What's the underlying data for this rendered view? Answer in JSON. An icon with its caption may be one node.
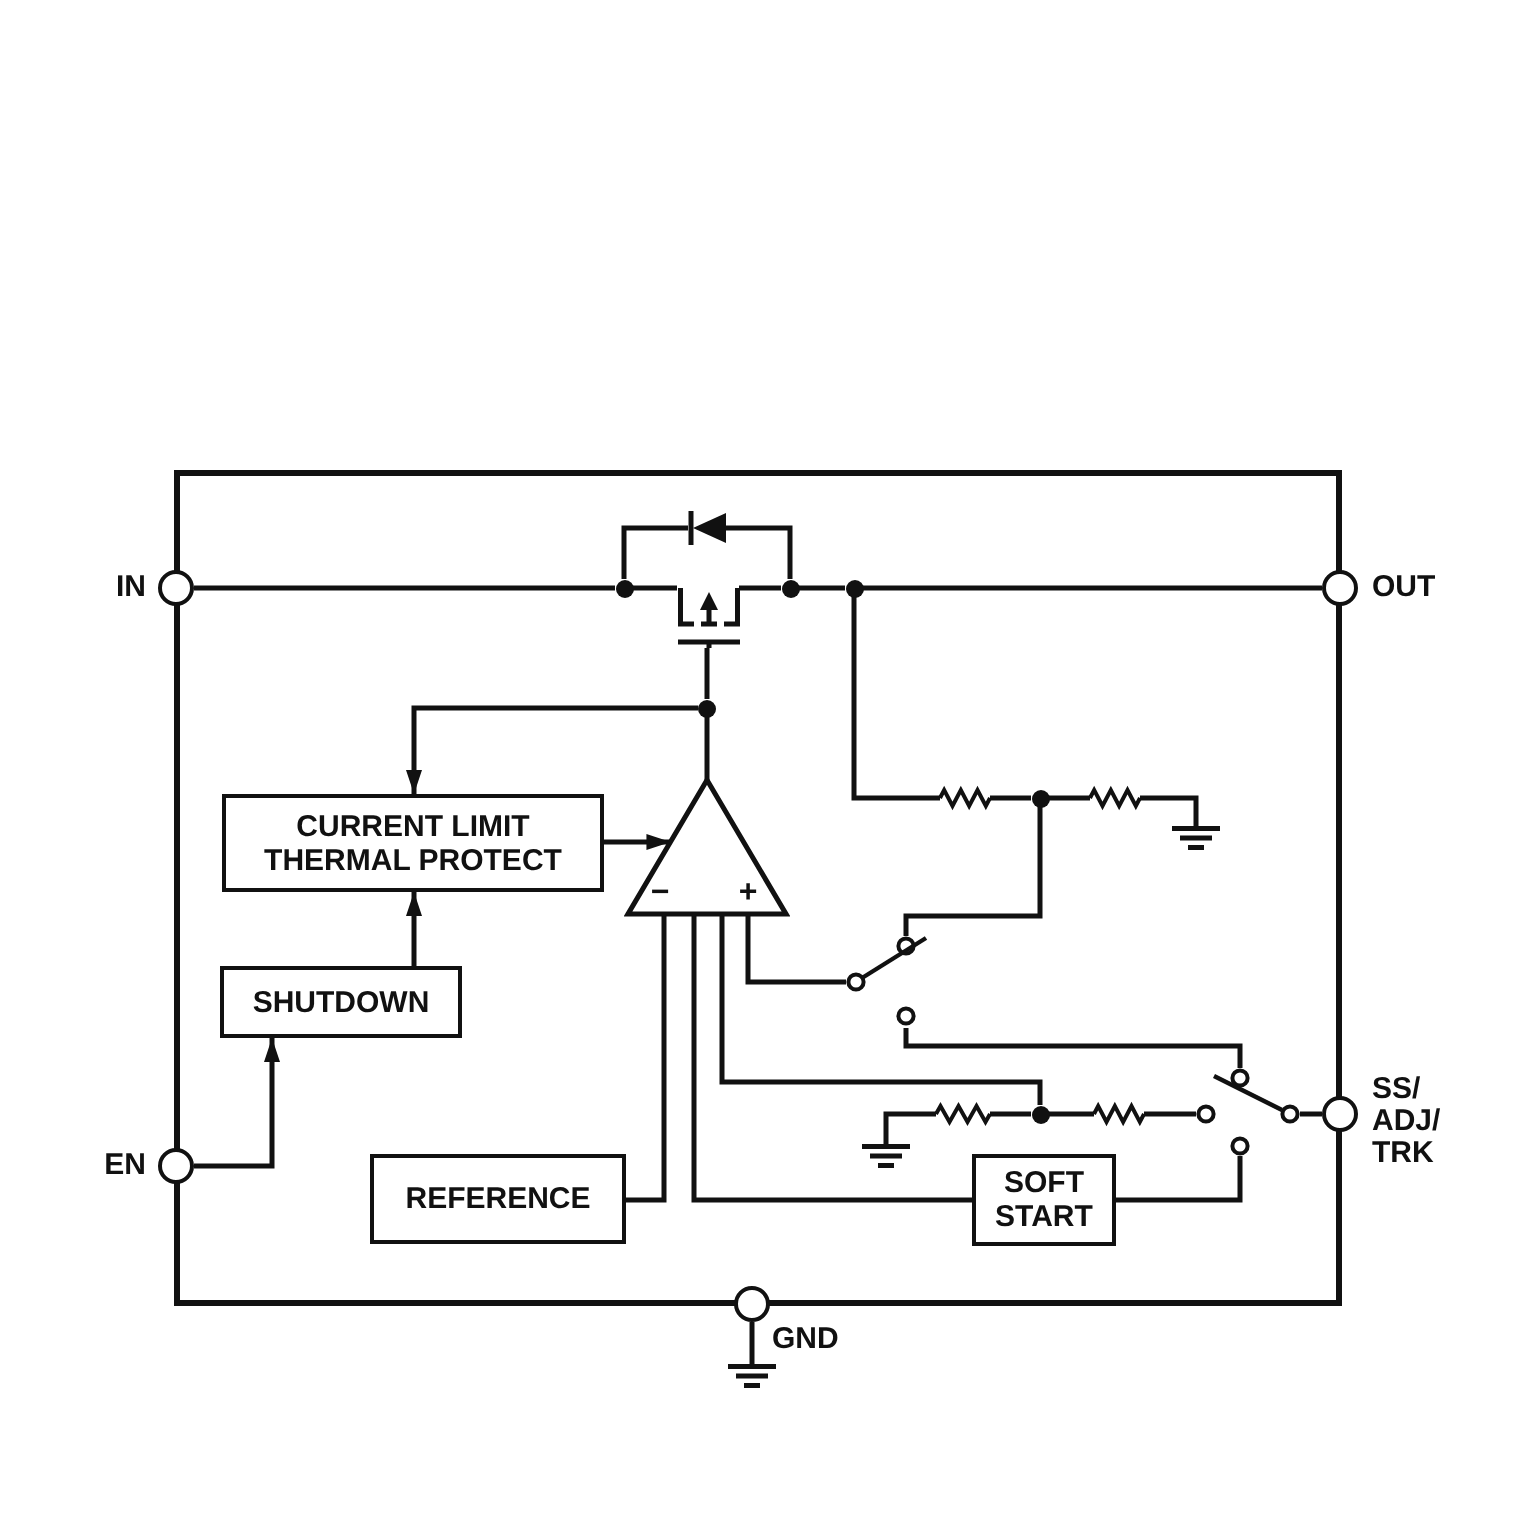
{
  "diagram": {
    "nodes": [
      {
        "text": [],
        "shape": "box"
      },
      {
        "text": [],
        "shape": "diode",
        "in": 0
      },
      {
        "text": [],
        "shape": "circle",
        "beside": [
          "IN"
        ]
      },
      {
        "text": [],
        "shape": "dot",
        "in": 0
      },
      {
        "text": [],
        "shape": "transistor",
        "in": 0
      },
      {
        "text": [],
        "shape": "dot",
        "in": 0
      },
      {
        "text": [],
        "shape": "dot",
        "in": 0
      },
      {
        "text": [],
        "shape": "circle",
        "beside": [
          "OUT"
        ]
      },
      {
        "text": [],
        "shape": "dot",
        "in": 0
      },
      {
        "text": [
          "CURRENT LIMIT THERMAL PROTECT"
        ],
        "in": 0
      },
      {
        "text": [
          "−",
          "+"
        ],
        "in": 0
      },
      {
        "text": [],
        "shape": "resistor",
        "in": 0
      },
      {
        "text": [],
        "shape": "dot",
        "in": 0
      },
      {
        "text": [],
        "shape": "resistor",
        "in": 0
      },
      {
        "text": [],
        "shape": "ground",
        "in": 0
      },
      {
        "text": [],
        "shape": "switch",
        "in": 0
      },
      {
        "text": [
          "SHUTDOWN"
        ],
        "in": 0
      },
      {
        "text": [],
        "shape": "ground",
        "in": 0
      },
      {
        "text": [],
        "shape": "resistor",
        "in": 0
      },
      {
        "text": [],
        "shape": "dot",
        "in": 0
      },
      {
        "text": [],
        "shape": "resistor",
        "in": 0
      },
      {
        "text": [],
        "shape": "switch",
        "in": 0
      },
      {
        "text": [],
        "shape": "circle",
        "beside": [
          "SS/ ADJ/ TRK"
        ]
      },
      {
        "text": [],
        "shape": "circle",
        "beside": [
          "EN"
        ]
      },
      {
        "text": [
          "REFERENCE"
        ],
        "in": 0
      },
      {
        "text": [
          "SOFT START"
        ],
        "in": 0
      },
      {
        "text": [],
        "shape": "circle",
        "beside": [
          "GND"
        ]
      },
      {
        "text": [],
        "shape": "ground"
      }
    ],
    "edges": [
      {
        "from": 2,
        "to": 3,
        "arrow": "none"
      },
      {
        "from": 3,
        "to": 4,
        "arrow": "none"
      },
      {
        "from": 3,
        "to": 1,
        "arrow": "none"
      },
      {
        "from": 1,
        "to": 5,
        "arrow": "none"
      },
      {
        "from": 4,
        "to": 5,
        "arrow": "none"
      },
      {
        "from": 5,
        "to": 6,
        "arrow": "none"
      },
      {
        "from": 6,
        "to": 7,
        "arrow": "none"
      },
      {
        "from": 4,
        "to": 8,
        "arrow": "none"
      },
      {
        "from": 10,
        "to": 8,
        "arrow": "none"
      },
      {
        "from": 8,
        "to": 9,
        "arrow": "to"
      },
      {
        "from": 9,
        "to": 10,
        "arrow": "to"
      },
      {
        "from": 6,
        "to": 11,
        "arrow": "none"
      },
      {
        "from": 11,
        "to": 12,
        "arrow": "none"
      },
      {
        "from": 12,
        "to": 13,
        "arrow": "none"
      },
      {
        "from": 13,
        "to": 14,
        "arrow": "none"
      },
      {
        "from": 12,
        "to": 15,
        "arrow": "none"
      },
      {
        "from": 10,
        "to": 15,
        "arrow": "none"
      },
      {
        "from": 16,
        "to": 9,
        "arrow": "to"
      },
      {
        "from": 15,
        "to": 21,
        "arrow": "none"
      },
      {
        "from": 18,
        "to": 17,
        "arrow": "none"
      },
      {
        "from": 18,
        "to": 19,
        "arrow": "none"
      },
      {
        "from": 19,
        "to": 20,
        "arrow": "none"
      },
      {
        "from": 20,
        "to": 21,
        "arrow": "none"
      },
      {
        "from": 21,
        "to": 22,
        "arrow": "none"
      },
      {
        "from": 10,
        "to": 19,
        "arrow": "none"
      },
      {
        "from": 23,
        "to": 16,
        "arrow": "to"
      },
      {
        "from": 24,
        "to": 10,
        "arrow": "none"
      },
      {
        "from": 21,
        "to": 25,
        "arrow": "none"
      },
      {
        "from": 25,
        "to": 10,
        "arrow": "none"
      },
      {
        "from": 26,
        "to": 27,
        "arrow": "none"
      }
    ]
  }
}
